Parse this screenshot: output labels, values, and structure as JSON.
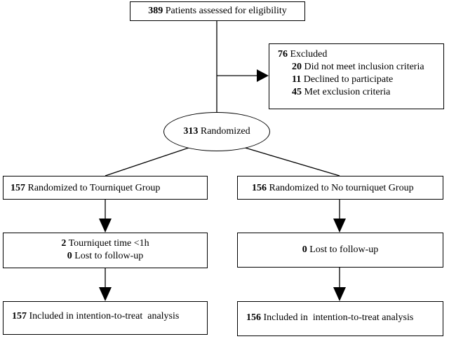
{
  "assessed": {
    "count": "389",
    "text": "Patients assessed for eligibility"
  },
  "excluded": {
    "count": "76",
    "text": "Excluded",
    "reasons": [
      {
        "count": "20",
        "text": "Did not meet inclusion criteria"
      },
      {
        "count": "11",
        "text": "Declined to participate"
      },
      {
        "count": "45",
        "text": "Met exclusion criteria"
      }
    ]
  },
  "randomized": {
    "count": "313",
    "text": "Randomized"
  },
  "left": {
    "group": {
      "count": "157",
      "text": "Randomized to Tourniquet Group"
    },
    "followup": [
      {
        "count": "2",
        "text": "Tourniquet time <1h"
      },
      {
        "count": "0",
        "text": "Lost to follow-up"
      }
    ],
    "analysis": {
      "count": "157",
      "text": "Included in intention-to-treat  analysis"
    }
  },
  "right": {
    "group": {
      "count": "156",
      "text": "Randomized to No tourniquet Group"
    },
    "followup": [
      {
        "count": "0",
        "text": "Lost to follow-up"
      }
    ],
    "analysis": {
      "count": "156",
      "text": "Included in  intention-to-treat analysis"
    }
  }
}
